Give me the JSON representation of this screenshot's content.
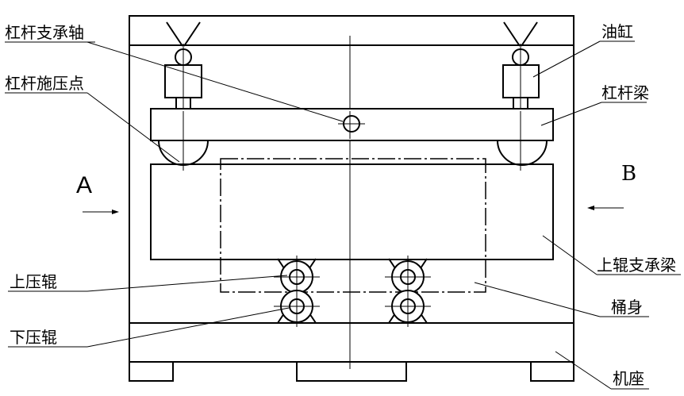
{
  "labels": {
    "lever_pivot_shaft": "杠杆支承轴",
    "lever_press_point": "杠杆施压点",
    "oil_cylinder": "油缸",
    "lever_beam": "杠杆梁",
    "view_a": "A",
    "view_b": "B",
    "upper_roller": "上压辊",
    "upper_roller_support_beam": "上辊支承梁",
    "barrel_body": "桶身",
    "lower_roller": "下压辊",
    "machine_base": "机座"
  }
}
